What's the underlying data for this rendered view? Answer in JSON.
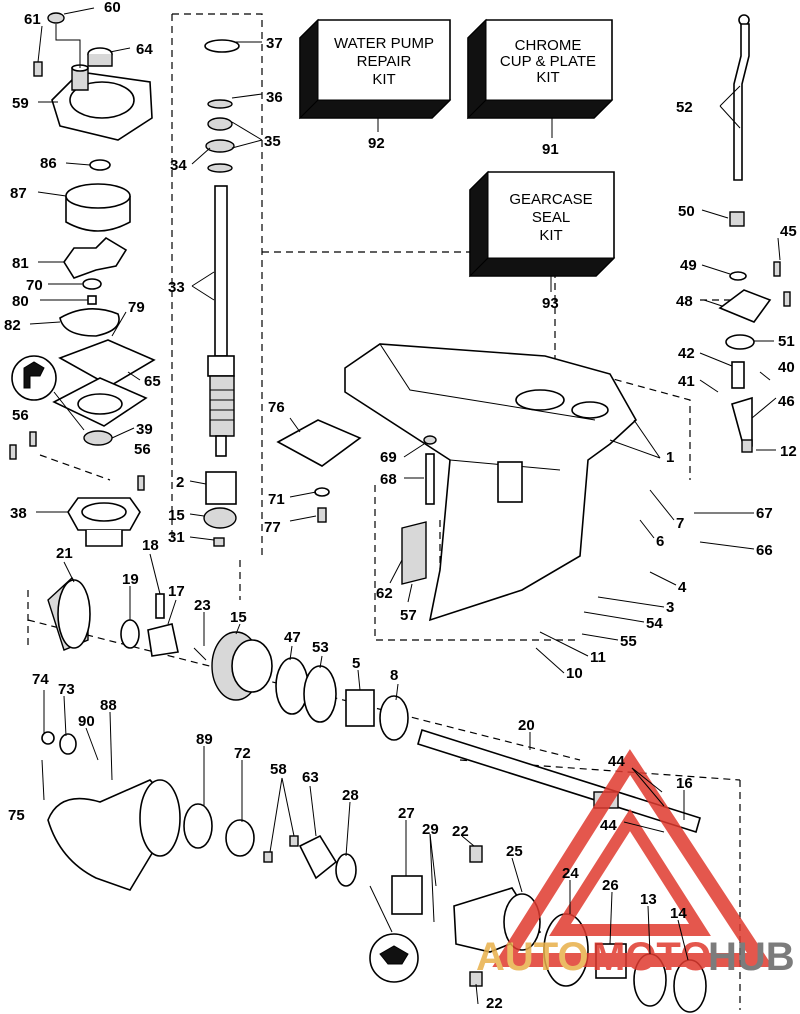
{
  "kits": [
    {
      "id": "kit-water-pump",
      "number": "92",
      "lines": [
        "WATER PUMP",
        "REPAIR",
        "KIT"
      ]
    },
    {
      "id": "kit-chrome",
      "number": "91",
      "lines": [
        "CHROME",
        "CUP & PLATE",
        "KIT"
      ]
    },
    {
      "id": "kit-gearcase-seal",
      "number": "93",
      "lines": [
        "GEARCASE",
        "SEAL",
        "KIT"
      ]
    }
  ],
  "part_numbers": [
    "1",
    "2",
    "3",
    "4",
    "5",
    "6",
    "7",
    "8",
    "10",
    "11",
    "12",
    "13",
    "14",
    "15",
    "16",
    "17",
    "18",
    "19",
    "20",
    "21",
    "22",
    "23",
    "24",
    "25",
    "26",
    "27",
    "28",
    "29",
    "31",
    "33",
    "34",
    "35",
    "36",
    "37",
    "38",
    "39",
    "40",
    "41",
    "42",
    "44",
    "45",
    "46",
    "47",
    "48",
    "49",
    "50",
    "51",
    "52",
    "53",
    "54",
    "55",
    "56",
    "57",
    "58",
    "59",
    "60",
    "61",
    "62",
    "63",
    "64",
    "65",
    "66",
    "67",
    "68",
    "69",
    "70",
    "71",
    "72",
    "73",
    "74",
    "75",
    "76",
    "77",
    "79",
    "80",
    "81",
    "82",
    "86",
    "87",
    "88",
    "89",
    "90"
  ],
  "watermark": {
    "part1": "AUTO",
    "part2": "MOTO",
    "part3": "HUB",
    "color_red": "#e03a2f",
    "color_gold": "#e8b04a",
    "color_gray": "#666666"
  }
}
